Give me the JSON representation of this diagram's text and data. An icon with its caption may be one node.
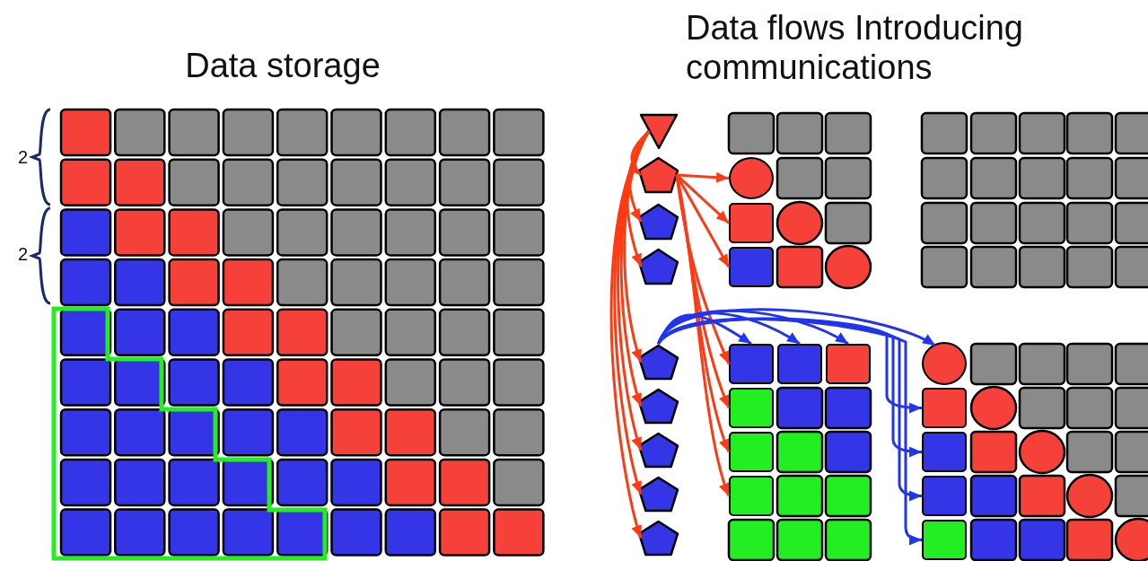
{
  "diagram": {
    "nodes": [
      {
        "text": [],
        "shape": "triangle"
      },
      {
        "text": [],
        "shape": "pentagon"
      },
      {
        "text": [],
        "shape": "pentagon"
      },
      {
        "text": [],
        "shape": "pentagon"
      },
      {
        "text": [],
        "shape": "pentagon"
      },
      {
        "text": [],
        "shape": "pentagon"
      },
      {
        "text": [],
        "shape": "pentagon"
      },
      {
        "text": [],
        "shape": "pentagon"
      },
      {
        "text": [],
        "shape": "pentagon"
      },
      {
        "text": [],
        "shape": "circle"
      },
      {
        "text": [],
        "shape": "box"
      },
      {
        "text": [],
        "shape": "box"
      },
      {
        "text": [],
        "shape": "box"
      },
      {
        "text": [],
        "shape": "box"
      },
      {
        "text": [],
        "shape": "box"
      },
      {
        "text": [],
        "shape": "box"
      },
      {
        "text": [],
        "shape": "box"
      },
      {
        "text": [],
        "shape": "box"
      },
      {
        "text": [],
        "shape": "circle"
      },
      {
        "text": [],
        "shape": "box"
      },
      {
        "text": [],
        "shape": "box"
      },
      {
        "text": [],
        "shape": "box"
      },
      {
        "text": [],
        "shape": "box"
      }
    ],
    "edges": [
      {
        "from": 0,
        "to": 1,
        "arrow": "to"
      },
      {
        "from": 0,
        "to": 2,
        "arrow": "to"
      },
      {
        "from": 0,
        "to": 3,
        "arrow": "to"
      },
      {
        "from": 0,
        "to": 4,
        "arrow": "to"
      },
      {
        "from": 0,
        "to": 5,
        "arrow": "to"
      },
      {
        "from": 0,
        "to": 6,
        "arrow": "to"
      },
      {
        "from": 0,
        "to": 7,
        "arrow": "to"
      },
      {
        "from": 0,
        "to": 8,
        "arrow": "to"
      },
      {
        "from": 1,
        "to": 9,
        "arrow": "to"
      },
      {
        "from": 1,
        "to": 10,
        "arrow": "to"
      },
      {
        "from": 1,
        "to": 11,
        "arrow": "to"
      },
      {
        "from": 1,
        "to": 12,
        "arrow": "to"
      },
      {
        "from": 1,
        "to": 15,
        "arrow": "to"
      },
      {
        "from": 1,
        "to": 16,
        "arrow": "to"
      },
      {
        "from": 1,
        "to": 17,
        "arrow": "to"
      },
      {
        "from": 4,
        "to": 12,
        "arrow": "to",
        "color": "#1f35f0"
      },
      {
        "from": 4,
        "to": 13,
        "arrow": "to",
        "color": "#1f35f0"
      },
      {
        "from": 4,
        "to": 14,
        "arrow": "to",
        "color": "#1f35f0"
      },
      {
        "from": 4,
        "to": 18,
        "arrow": "to",
        "color": "#1f35f0"
      },
      {
        "from": 4,
        "to": 19,
        "arrow": "to",
        "color": "#1f35f0"
      },
      {
        "from": 4,
        "to": 20,
        "arrow": "to",
        "color": "#1f35f0"
      },
      {
        "from": 4,
        "to": 21,
        "arrow": "to",
        "color": "#1f35f0"
      },
      {
        "from": 4,
        "to": 22,
        "arrow": "to",
        "color": "#1f35f0"
      }
    ],
    "labels": [
      "Data storage",
      "Data flows Introducing communications",
      "2",
      "2"
    ]
  }
}
